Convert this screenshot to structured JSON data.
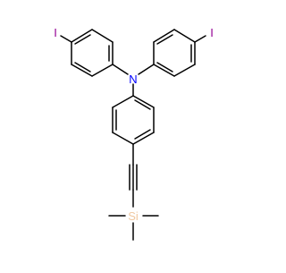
{
  "molecule": {
    "atoms": {
      "iodine_left": "I",
      "iodine_right": "I",
      "nitrogen": "N",
      "silicon": "Si"
    },
    "colors": {
      "iodine": "#940094",
      "nitrogen": "#0000ff",
      "silicon": "#f0c8a0",
      "bond": "#000000",
      "background": "#ffffff"
    }
  }
}
